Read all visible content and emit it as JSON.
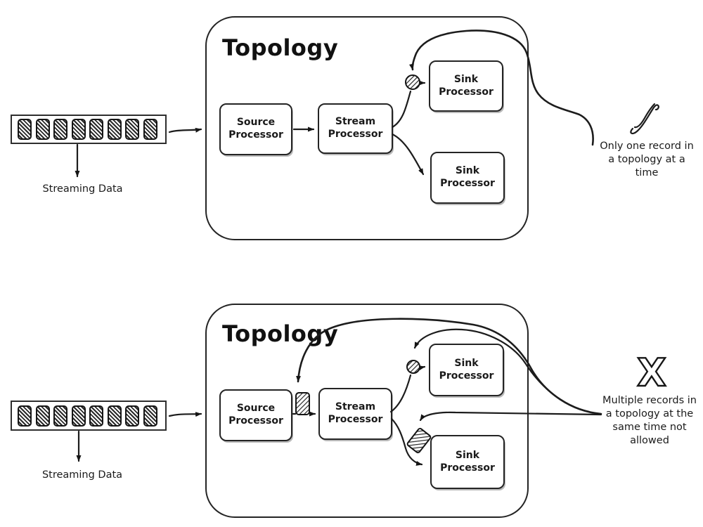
{
  "palette": {
    "ink": "#1c1c1c",
    "paper": "#ffffff"
  },
  "diagrams": {
    "top": {
      "topology_label": "Topology",
      "queue": {
        "record_count": 8,
        "caption": "Streaming Data"
      },
      "nodes": {
        "source": "Source Processor",
        "stream": "Stream Processor",
        "sink_top": "Sink Processor",
        "sink_bottom": "Sink Processor"
      },
      "annotation": {
        "icon": "check-icon",
        "text": "Only one record in a topology at a time"
      }
    },
    "bottom": {
      "topology_label": "Topology",
      "queue": {
        "record_count": 8,
        "caption": "Streaming Data"
      },
      "nodes": {
        "source": "Source Processor",
        "stream": "Stream Processor",
        "sink_top": "Sink Processor",
        "sink_bottom": "Sink Processor"
      },
      "annotation": {
        "icon": "x-icon",
        "glyph": "X",
        "text": "Multiple records in a topology at the same time not allowed"
      }
    }
  }
}
